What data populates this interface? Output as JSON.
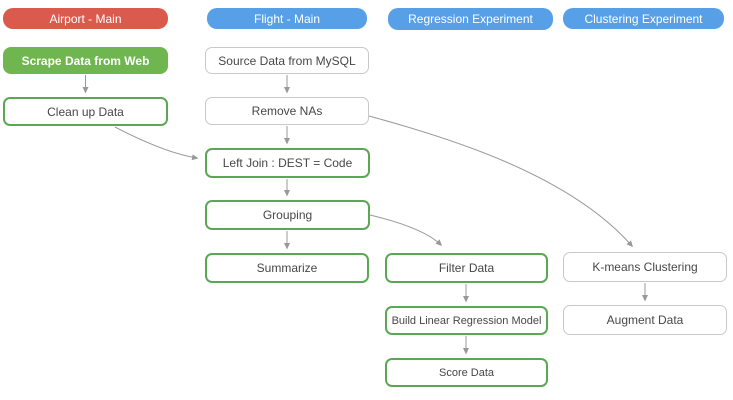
{
  "colors": {
    "header_red": "#DB5A4E",
    "header_blue": "#57A0E8",
    "node_green_fill": "#6FB650",
    "node_green_border": "#5BA854",
    "node_gray_border": "#C9C9C9",
    "node_text": "#474747",
    "connector": "#999999"
  },
  "headers": [
    {
      "label": "Airport - Main",
      "color": "#DB5A4E"
    },
    {
      "label": "Flight - Main",
      "color": "#57A0E8"
    },
    {
      "label": "Regression Experiment",
      "color": "#57A0E8"
    },
    {
      "label": "Clustering Experiment",
      "color": "#57A0E8"
    }
  ],
  "nodes": {
    "scrape": {
      "label": "Scrape Data from Web",
      "style": "green-filled"
    },
    "source": {
      "label": "Source Data from MySQL",
      "style": "gray-outline"
    },
    "clean": {
      "label": "Clean up Data",
      "style": "green-outline"
    },
    "remove": {
      "label": "Remove NAs",
      "style": "gray-outline"
    },
    "leftjoin": {
      "label": "Left Join : DEST = Code",
      "style": "green-outline"
    },
    "grouping": {
      "label": "Grouping",
      "style": "green-outline"
    },
    "summarize": {
      "label": "Summarize",
      "style": "green-outline"
    },
    "filter": {
      "label": "Filter Data",
      "style": "green-outline"
    },
    "kmeans": {
      "label": "K-means Clustering",
      "style": "gray-outline"
    },
    "build": {
      "label": "Build Linear Regression Model",
      "style": "green-outline"
    },
    "augment": {
      "label": "Augment Data",
      "style": "gray-outline"
    },
    "score": {
      "label": "Score Data",
      "style": "green-outline"
    }
  },
  "edges": [
    {
      "from": "scrape",
      "to": "clean"
    },
    {
      "from": "source",
      "to": "remove"
    },
    {
      "from": "clean",
      "to": "leftjoin"
    },
    {
      "from": "remove",
      "to": "leftjoin"
    },
    {
      "from": "remove",
      "to": "kmeans"
    },
    {
      "from": "leftjoin",
      "to": "grouping"
    },
    {
      "from": "grouping",
      "to": "summarize"
    },
    {
      "from": "grouping",
      "to": "filter"
    },
    {
      "from": "filter",
      "to": "build"
    },
    {
      "from": "build",
      "to": "score"
    },
    {
      "from": "kmeans",
      "to": "augment"
    }
  ]
}
